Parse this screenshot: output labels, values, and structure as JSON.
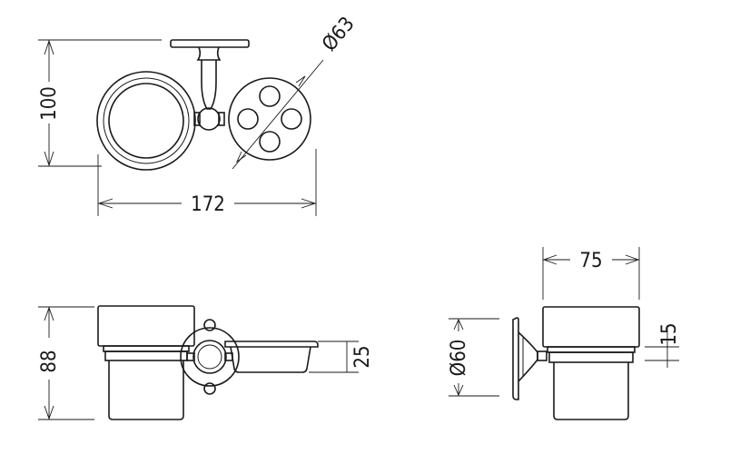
{
  "dimensions": {
    "top_height": "100",
    "top_width": "172",
    "holder_diameter": "Ø63",
    "front_height": "88",
    "dish_height": "25",
    "side_depth": "75",
    "side_diameter": "Ø60",
    "side_offset": "15"
  },
  "colors": {
    "line": "#1a1a1a",
    "background": "#ffffff"
  }
}
